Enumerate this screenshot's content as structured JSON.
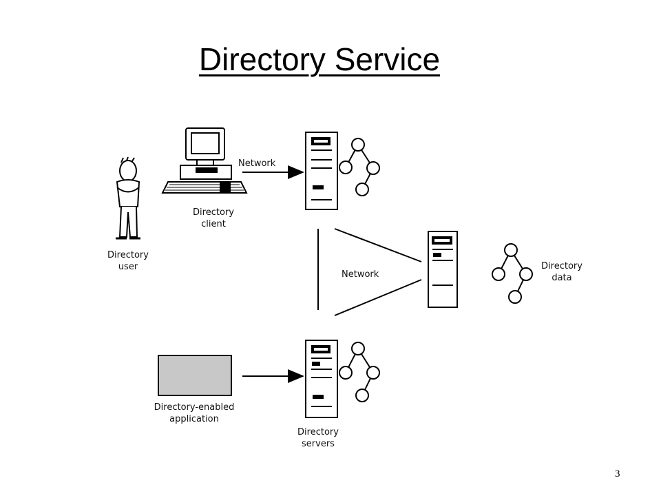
{
  "slide": {
    "title": "Directory Service",
    "page_number": "3"
  },
  "labels": {
    "directory_user": [
      "Directory",
      "user"
    ],
    "directory_client": [
      "Directory",
      "client"
    ],
    "network_top": "Network",
    "network_middle": "Network",
    "directory_data": [
      "Directory",
      "data"
    ],
    "directory_enabled_application": [
      "Directory-enabled",
      "application"
    ],
    "directory_servers": [
      "Directory",
      "servers"
    ]
  }
}
